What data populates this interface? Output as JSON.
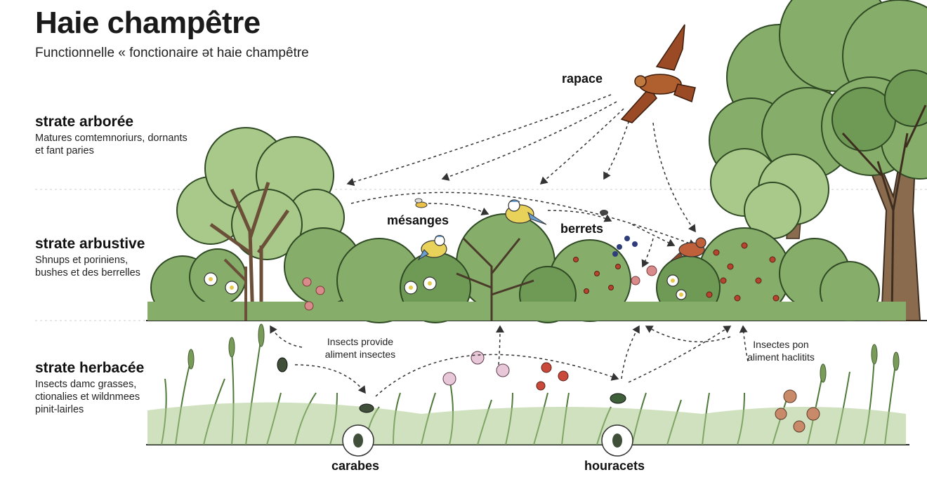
{
  "title": "Haie champêtre",
  "subtitle": "Functionnelle « fonctionaire ət haie champêtre",
  "strata": [
    {
      "name": "strate arborée",
      "desc": "Matures comtemnoriurs, dornants et fant paries"
    },
    {
      "name": "strate arbustive",
      "desc": "Shnups et poriniens, bushes et des berrelles"
    },
    {
      "name": "strate herbacée",
      "desc": "Insects damc grasses, ctionalies et wildnmees pinit-lairles"
    }
  ],
  "animals": {
    "rapace": "rapace",
    "mesanges": "mésanges",
    "berrets": "berrets",
    "carabes": "carabes",
    "houracets": "houracets"
  },
  "notes": {
    "left": "Insects provide aliment insectes",
    "right": "Insectes pon aliment haclitits"
  },
  "colors": {
    "foliage_light": "#a9c98a",
    "foliage_mid": "#86ad6a",
    "foliage_dark": "#5f8a4a",
    "trunk": "#8b6b4e",
    "grass": "#5e8a45",
    "raptor": "#9a4a25",
    "bluetit_yellow": "#e8d25a",
    "bluetit_blue": "#6a9ed0"
  },
  "icons": [
    "raptor-icon",
    "blue-tit-icon",
    "robin-icon",
    "wasp-icon",
    "beetle-icon",
    "flower-icon",
    "berry-icon"
  ]
}
